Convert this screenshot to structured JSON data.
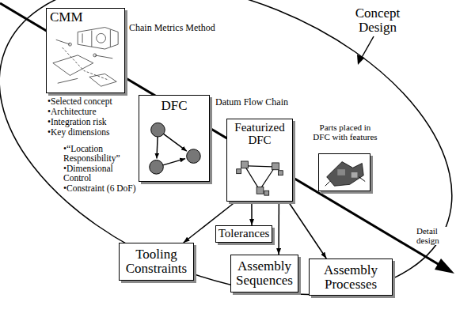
{
  "diagram": {
    "nodes": [
      {
        "text": [
          "Concept Design"
        ]
      },
      {
        "text": [
          "CMM",
          "Chain Metrics Method"
        ],
        "in": 0
      },
      {
        "text": [
          "DFC",
          "Datum Flow Chain"
        ],
        "in": 0
      },
      {
        "text": [
          "Featurized DFC"
        ],
        "in": 0
      },
      {
        "text": [
          "Parts placed in DFC with features"
        ],
        "in": 0
      },
      {
        "text": [
          "Tooling Constraints"
        ]
      },
      {
        "text": [
          "Tolerances"
        ]
      },
      {
        "text": [
          "Assembly Sequences"
        ]
      },
      {
        "text": [
          "Assembly Processes"
        ]
      }
    ],
    "edges": [
      {
        "from": 3,
        "to": 5,
        "arrow": "to"
      },
      {
        "from": 3,
        "to": 6,
        "arrow": "to"
      },
      {
        "from": 3,
        "to": 7,
        "arrow": "to"
      },
      {
        "from": 3,
        "to": 8,
        "arrow": "to"
      }
    ],
    "labels": [
      "•Selected concept",
      "•Architecture",
      "•Integration risk",
      "•Key dimensions",
      "•“Location Responsibility”",
      "•Dimensional Control",
      "•Constraint (6 DoF)",
      "Detail design"
    ]
  }
}
